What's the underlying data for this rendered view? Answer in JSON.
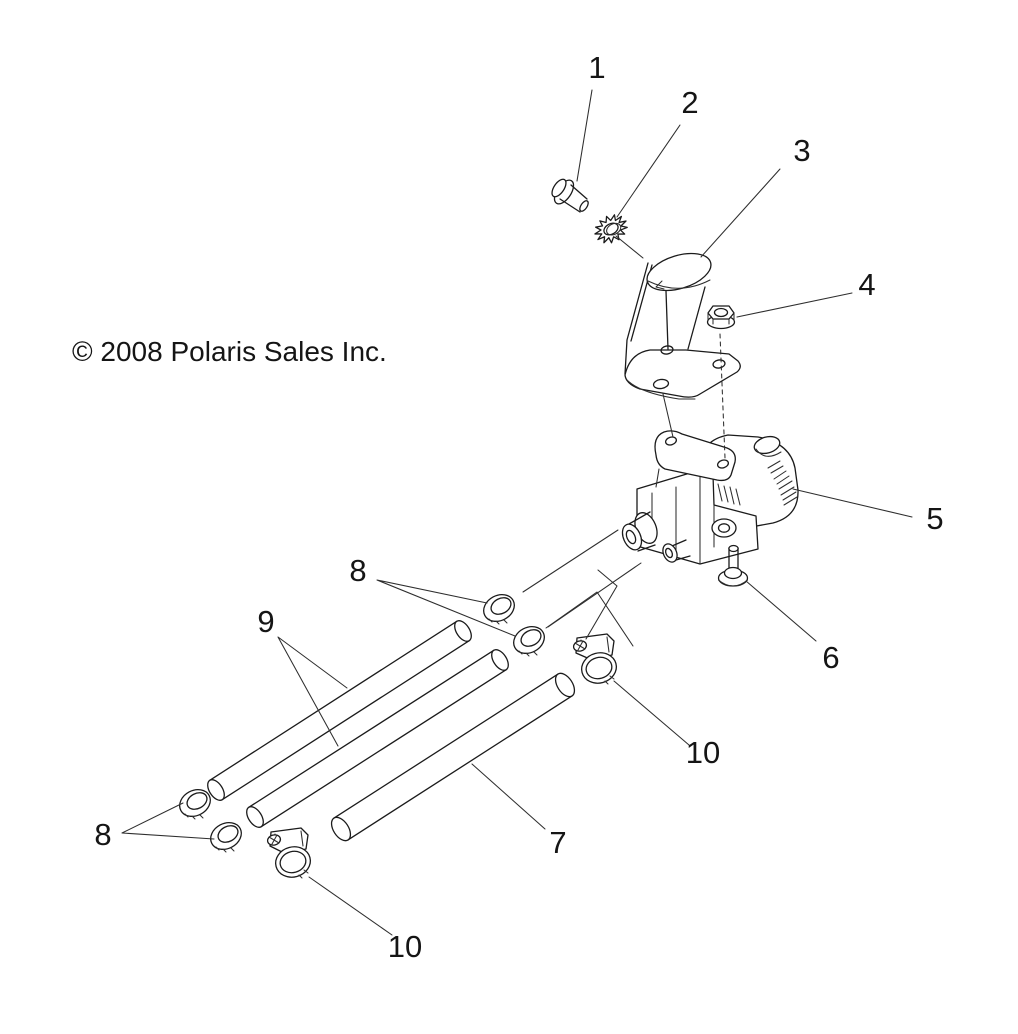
{
  "copyright": "© 2008 Polaris Sales Inc.",
  "diagram": {
    "callouts": [
      {
        "label": "1",
        "part": "flange-bolt"
      },
      {
        "label": "2",
        "part": "external-tooth-washer"
      },
      {
        "label": "3",
        "part": "mounting-bracket"
      },
      {
        "label": "4",
        "part": "flange-nut"
      },
      {
        "label": "5",
        "part": "fuel-valve-assembly"
      },
      {
        "label": "6",
        "part": "flange-screw"
      },
      {
        "label": "7",
        "part": "hose-large"
      },
      {
        "label": "8",
        "part": "hose-bushings-upper-pair"
      },
      {
        "label": "8",
        "part": "hose-bushings-lower-pair"
      },
      {
        "label": "9",
        "part": "hoses-small-pair"
      },
      {
        "label": "10",
        "part": "hose-clamp-upper"
      },
      {
        "label": "10",
        "part": "hose-clamp-lower"
      }
    ]
  }
}
